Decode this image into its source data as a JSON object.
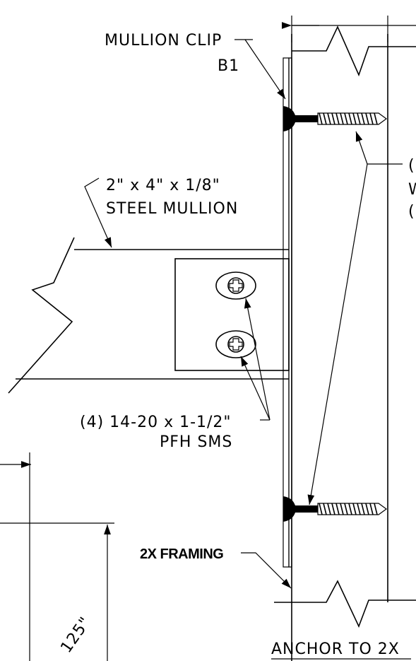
{
  "labels": {
    "mullion_clip": "MULLION CLIP",
    "clip_id": "B1",
    "steel_mullion_size": "2\" x 4\" x 1/8\"",
    "steel_mullion": "STEEL MULLION",
    "screws_spec": "(4) 14-20 x 1-1/2\"",
    "screws_type": "PFH SMS",
    "framing": "2X FRAMING",
    "detail_title": "ANCHOR TO 2X",
    "dimension": "125\"",
    "cut_right_1": "(",
    "cut_right_2": "W",
    "cut_right_3": "("
  }
}
